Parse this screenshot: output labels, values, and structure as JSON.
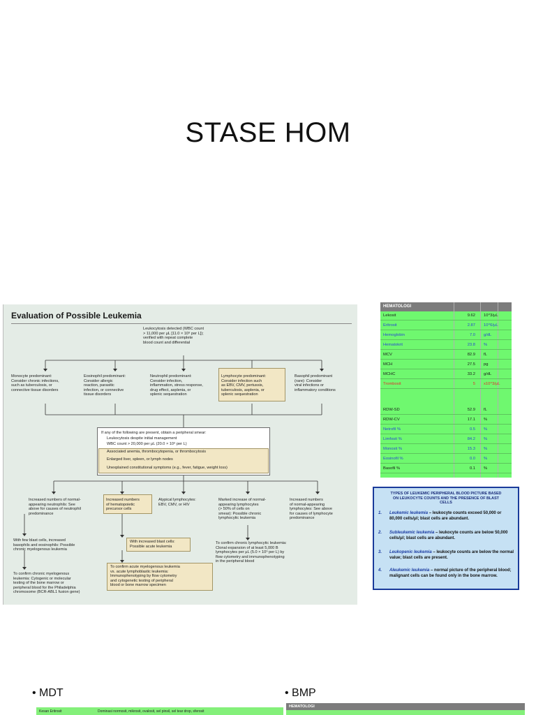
{
  "slide": {
    "title": "STASE HOM"
  },
  "flowchart": {
    "title": "Evaluation of Possible Leukemia",
    "top_node": [
      "Leukocytosis detected (WBC count",
      "> 11,000 per μL [11.0 × 10⁹ per L]);",
      "verified with repeat complete",
      "blood count and differential"
    ],
    "row1": [
      [
        "Monocyte predominant:",
        "Consider chronic infections,",
        "such as tuberculosis, or",
        "connective tissue disorders"
      ],
      [
        "Eosinophil predominant:",
        "Consider allergic",
        "reaction, parasitic",
        "infection, or connective",
        "tissue disorders"
      ],
      [
        "Neutrophil predominant:",
        "Consider infection,",
        "inflammation, stress response,",
        "drug effect, asplenia, or",
        "splenic sequestration"
      ],
      [
        "Lymphocyte predominant:",
        "Consider infection such",
        "as EBV, CMV, pertussis,",
        "tuberculosis, asplenia, or",
        "splenic sequestration"
      ],
      [
        "Basophil predominant",
        "(rare): Consider",
        "viral infections or",
        "inflammatory conditions"
      ]
    ],
    "smear_header": "If any of the following are present, obtain a peripheral smear:",
    "smear_items": [
      "Leukocytosis despite initial management",
      "WBC count > 20,000 per μL (20.0 × 10⁹ per L)",
      "Associated anemia, thrombocytopenia, or thrombocytosis",
      "Enlarged liver, spleen, or lymph nodes",
      "Unexplained constitutional symptoms (e.g., fever, fatigue, weight loss)"
    ],
    "row2": [
      [
        "Increased numbers of normal-",
        "appearing neutrophils: See",
        "above for causes of neutrophil",
        "predominance"
      ],
      [
        "Increased numbers",
        "of hematopoietic",
        "precursor cells"
      ],
      [
        "Atypical lymphocytes:",
        "EBV, CMV, or HIV"
      ],
      [
        "Marked increase of normal-",
        "appearing lymphocytes",
        "(> 50% of cells on",
        "smear): Possible chronic",
        "lymphocytic leukemia"
      ],
      [
        "Increased numbers",
        "of normal-appearing",
        "lymphocytes: See above",
        "for causes of lymphocyte",
        "predominance"
      ]
    ],
    "cml_note": [
      "With few blast cells, increased",
      "basophils and eosinophils: Possible",
      "chronic myelogenous leukemia"
    ],
    "blast_box": [
      "With increased blast cells:",
      "Possible acute leukemia"
    ],
    "cll_confirm": [
      "To confirm chronic lymphocytic leukemia:",
      "Clonal expansion of at least 5,000 B",
      "lymphocytes per μL (5.0 × 10⁹ per L) by",
      "flow cytometry and immunophenotyping",
      "in the peripheral blood"
    ],
    "cml_confirm": [
      "To confirm chronic myelogenous",
      "leukemia: Cytogenic or molecular",
      "testing of the bone marrow or",
      "peripheral blood for the Philadelphia",
      "chromosome (BCR-ABL1 fusion gene)"
    ],
    "acute_confirm": [
      "To confirm acute myelogenous leukemia",
      "vs. acute lymphoblastic leukemia:",
      "Immunophenotyping by flow cytometry",
      "and cytogenetic testing of peripheral",
      "blood or bone marrow specimen"
    ]
  },
  "hematology": {
    "header": "HEMATOLOGI",
    "colors": {
      "blue": "#2a4bd0",
      "dark": "#1a1a1a",
      "red": "#e03030",
      "green": "#6ff86f"
    },
    "rows": [
      {
        "name": "Lekosit",
        "value": "9.62",
        "unit": "10^3/μL",
        "color": "dark"
      },
      {
        "name": "Eritrosit",
        "value": "2.87",
        "unit": "10^6/μL",
        "color": "blue"
      },
      {
        "name": "Hemoglobin",
        "value": "7.0",
        "unit": "g/dL",
        "color": "blue"
      },
      {
        "name": "Hematokrit",
        "value": "23.8",
        "unit": "%",
        "color": "blue"
      },
      {
        "name": "MCV",
        "value": "82.9",
        "unit": "fL",
        "color": "dark"
      },
      {
        "name": "MCH",
        "value": "27.5",
        "unit": "pg",
        "color": "dark"
      },
      {
        "name": "MCHC",
        "value": "33.2",
        "unit": "g/dL",
        "color": "dark"
      },
      {
        "name": "Trombosit",
        "value": "5",
        "unit": "x10^3/μL",
        "color": "red"
      },
      {
        "name": "RDW-SD",
        "value": "52.9",
        "unit": "fL",
        "color": "dark"
      },
      {
        "name": "RDW-CV",
        "value": "17.1",
        "unit": "%",
        "color": "dark"
      },
      {
        "name": "Netrofil %",
        "value": "0.5",
        "unit": "%",
        "color": "blue"
      },
      {
        "name": "Limfosit %",
        "value": "84.2",
        "unit": "%",
        "color": "blue"
      },
      {
        "name": "Monosit %",
        "value": "15.3",
        "unit": "%",
        "color": "blue"
      },
      {
        "name": "Eosinofil %",
        "value": "0.0",
        "unit": "%",
        "color": "blue"
      },
      {
        "name": "Basofil %",
        "value": "0.1",
        "unit": "%",
        "color": "dark"
      }
    ]
  },
  "types_box": {
    "title": [
      "TYPES OF LEUKEMIC PERIPHERAL BLOOD PICTURE BASED",
      "ON LEUKOCYTE COUNTS AND THE PRESENCE OF BLAST",
      "CELLS"
    ],
    "items": [
      {
        "num": "1.",
        "term": "Leukemic leukemia",
        "text": " – leukocyte counts exceed 50,000 or 80,000 cells/μl; blast cells are abundant."
      },
      {
        "num": "2.",
        "term": "Subleukemic leukemia",
        "text": " – leukocyte counts are below 50,000 cells/μl; blast cells are abundant."
      },
      {
        "num": "3.",
        "term": "Leukopenic leukemia",
        "text": " – leukocyte counts are below the normal value; blast cells are present."
      },
      {
        "num": "4.",
        "term": "Aleukemic leukemia",
        "text": " – normal picture of the peripheral blood; malignant cells can be found only in the bone marrow."
      }
    ]
  },
  "bottom": {
    "mdt_label": "• MDT",
    "bmp_label": "• BMP",
    "mdt_strip": [
      "Kesan Eritrosit",
      "Dominasi normosit, mikrosit, ovalosit, sel pinsil, sel tear drop, sferosit"
    ],
    "bmp_header": "HEMATOLOGI"
  }
}
